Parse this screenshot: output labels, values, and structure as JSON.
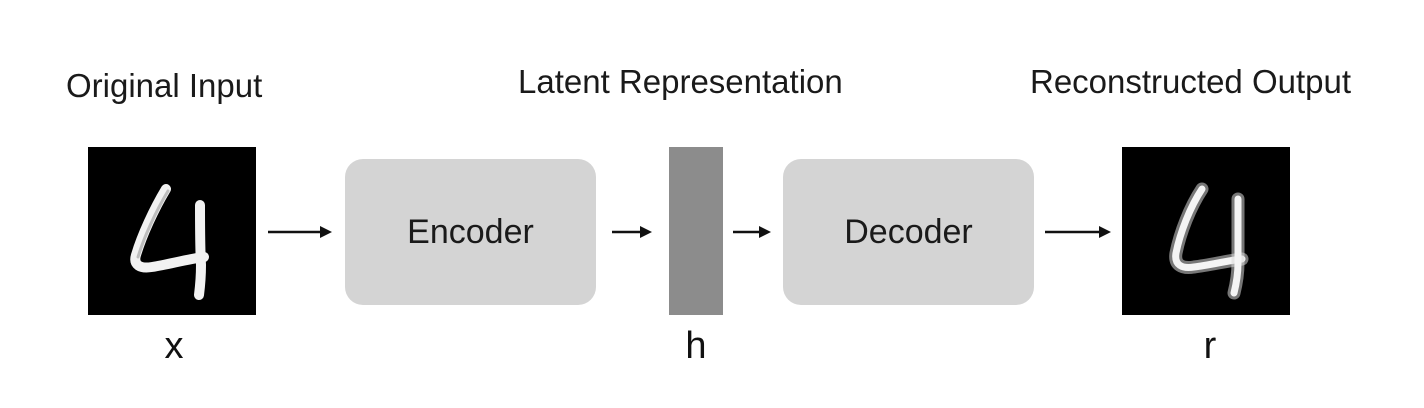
{
  "headings": {
    "input": "Original Input",
    "latent": "Latent Representation",
    "output": "Reconstructed Output"
  },
  "blocks": {
    "encoder": "Encoder",
    "decoder": "Decoder"
  },
  "variables": {
    "input": "x",
    "latent": "h",
    "output": "r"
  },
  "colors": {
    "block_fill": "#d4d4d4",
    "latent_fill": "#8c8c8c",
    "image_background": "#000000",
    "digit_stroke": "#ffffff",
    "arrow": "#111111"
  },
  "images": {
    "input": "handwritten-digit-4",
    "output": "reconstructed-digit-4"
  }
}
